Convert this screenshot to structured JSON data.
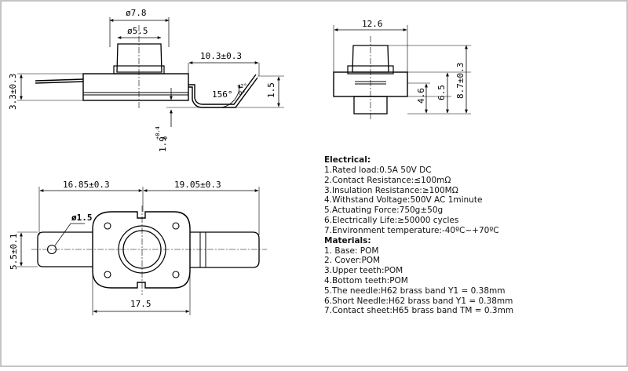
{
  "drawing": {
    "side_view": {
      "dim_outer": "ø7.8",
      "dim_inner": "ø5.5",
      "dim_terminal_length": "10.3±0.3",
      "dim_base_height": "3.3±0.3",
      "dim_terminal_height": "1.5",
      "dim_angle": "156°",
      "dim_angle_tol_plus": "+2°",
      "dim_angle_tol_minus": "0°",
      "dim_thickness": "1.9",
      "dim_thickness_tol_plus": "+0.4",
      "dim_thickness_tol_minus": "0"
    },
    "end_view": {
      "dim_width": "12.6",
      "dim_a": "4.6",
      "dim_b": "6.5",
      "dim_c": "8.7±0.3"
    },
    "top_view": {
      "dim_left": "16.85±0.3",
      "dim_right": "19.05±0.3",
      "dim_hole": "ø1.5",
      "dim_tab_height": "5.5±0.1",
      "dim_body_width": "17.5"
    }
  },
  "specs": {
    "electrical_title": "Electrical:",
    "electrical": [
      "1.Rated load:0.5A 50V DC",
      "2.Contact Resistance:≤100mΩ",
      "3.Insulation Resistance:≥100MΩ",
      "4.Withstand Voltage:500V AC 1minute",
      "5.Actuating Force:750g±50g",
      "6.Electrically Life:≥50000 cycles",
      "7.Environment temperature:-40ºC~+70ºC"
    ],
    "materials_title": "Materials:",
    "materials": [
      "1. Base: POM",
      "2. Cover:POM",
      "3.Upper teeth:POM",
      "4.Bottom teeth:POM",
      "5.The needle:H62 brass band Y1 = 0.38mm",
      "6.Short Needle:H62 brass band Y1 = 0.38mm",
      "7.Contact sheet:H65 brass band TM = 0.3mm"
    ]
  }
}
